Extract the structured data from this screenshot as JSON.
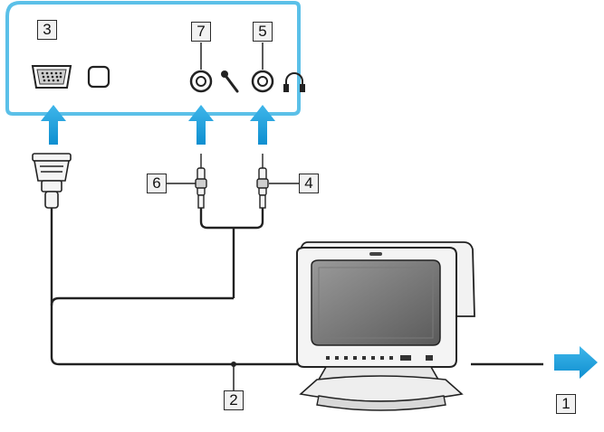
{
  "callouts": {
    "c1": "1",
    "c2": "2",
    "c3": "3",
    "c4": "4",
    "c5": "5",
    "c6": "6",
    "c7": "7"
  },
  "icons": {
    "vga_port": "vga-port-icon",
    "monitor_symbol": "monitor-symbol-icon",
    "mic_jack": "mic-jack-icon",
    "microphone": "microphone-icon",
    "headphone_jack": "headphone-jack-icon",
    "headphones": "headphones-icon",
    "vga_connector": "vga-connector-icon",
    "audio_plugs": "audio-plug-icon",
    "monitor": "crt-monitor-icon",
    "arrows": "up-arrow-icon"
  },
  "colors": {
    "panel_border": "#5bc0e8",
    "arrow_blue": "#1aa3e0",
    "cable": "#222222"
  }
}
